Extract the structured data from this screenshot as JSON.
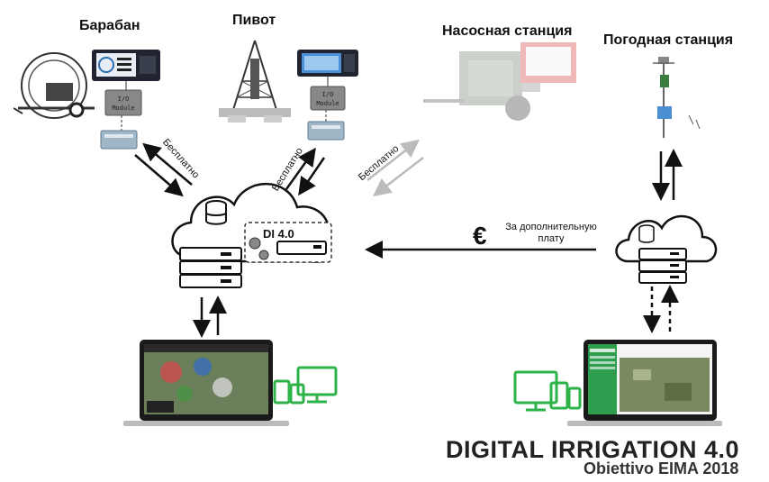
{
  "nodes": {
    "drum": {
      "title": "Барабан",
      "module_line1": "I/O",
      "module_line2": "Module"
    },
    "pivot": {
      "title": "Пивот",
      "module_line1": "I/O",
      "module_line2": "Module"
    },
    "pump": {
      "title": "Насосная станция"
    },
    "weather": {
      "title": "Погодная станция"
    }
  },
  "links": {
    "drum": {
      "label": "Бесплатно"
    },
    "pivot": {
      "label": "Бесплатно"
    },
    "pump": {
      "label": "Бесплатно"
    }
  },
  "cloud_main": {
    "badge": "DI 4.0"
  },
  "weather_link": {
    "currency_symbol": "€",
    "note": "За дополнительную плату"
  },
  "branding": {
    "main": "DIGITAL IRRIGATION 4.0",
    "sub": "Obiettivo EIMA 2018"
  },
  "colors": {
    "accent_green": "#2db34a",
    "arrow": "#111111",
    "faded_arrow": "#bbbbbb"
  }
}
